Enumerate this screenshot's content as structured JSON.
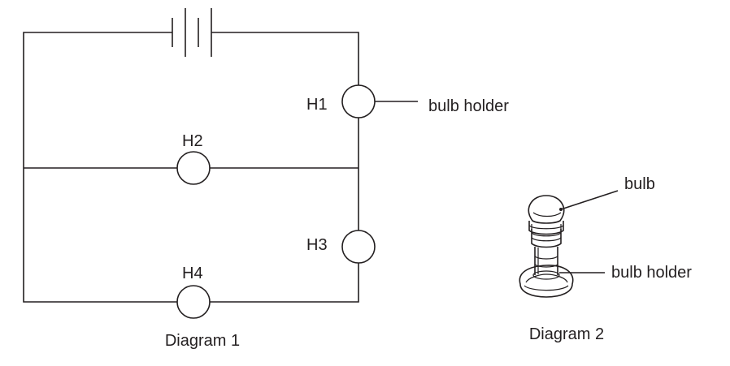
{
  "diagram1": {
    "caption": "Diagram 1",
    "bulbs": [
      {
        "label": "H1"
      },
      {
        "label": "H2"
      },
      {
        "label": "H3"
      },
      {
        "label": "H4"
      }
    ],
    "pointer_label": "bulb holder"
  },
  "diagram2": {
    "caption": "Diagram 2",
    "bulb_label": "bulb",
    "holder_label": "bulb holder"
  }
}
